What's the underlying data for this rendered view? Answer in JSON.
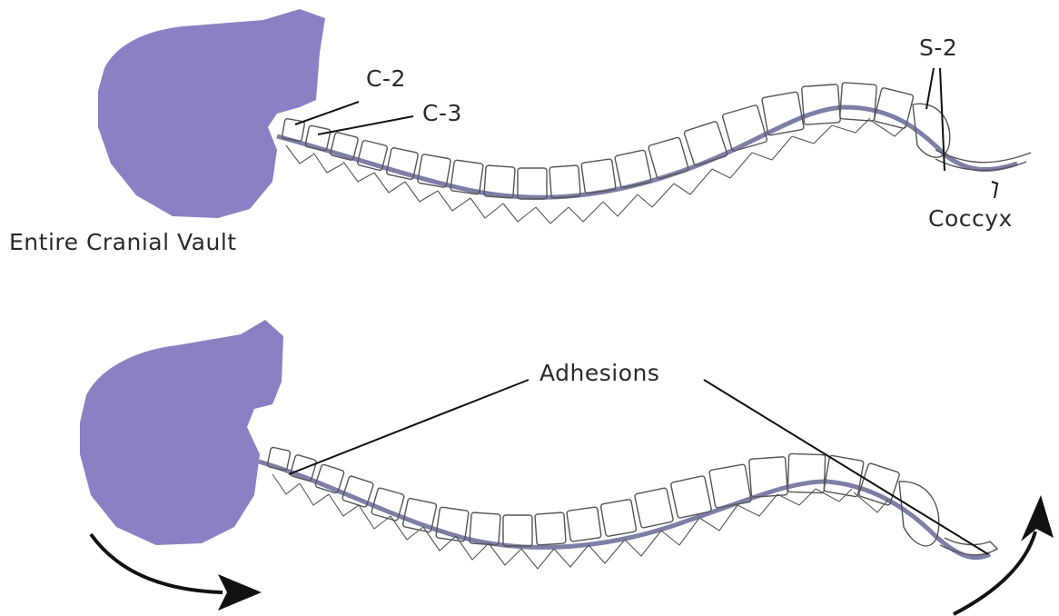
{
  "top_diagram": {
    "labels": {
      "c2": "C-2",
      "c3": "C-3",
      "s2": "S-2",
      "coccyx": "Coccyx",
      "cranial_vault": "Entire Cranial Vault"
    }
  },
  "bottom_diagram": {
    "labels": {
      "adhesions": "Adhesions"
    }
  },
  "colors": {
    "skull": "#8b80c4",
    "cord": "#7d7fa6",
    "bone_outline": "#555555",
    "arrow": "#111111"
  }
}
